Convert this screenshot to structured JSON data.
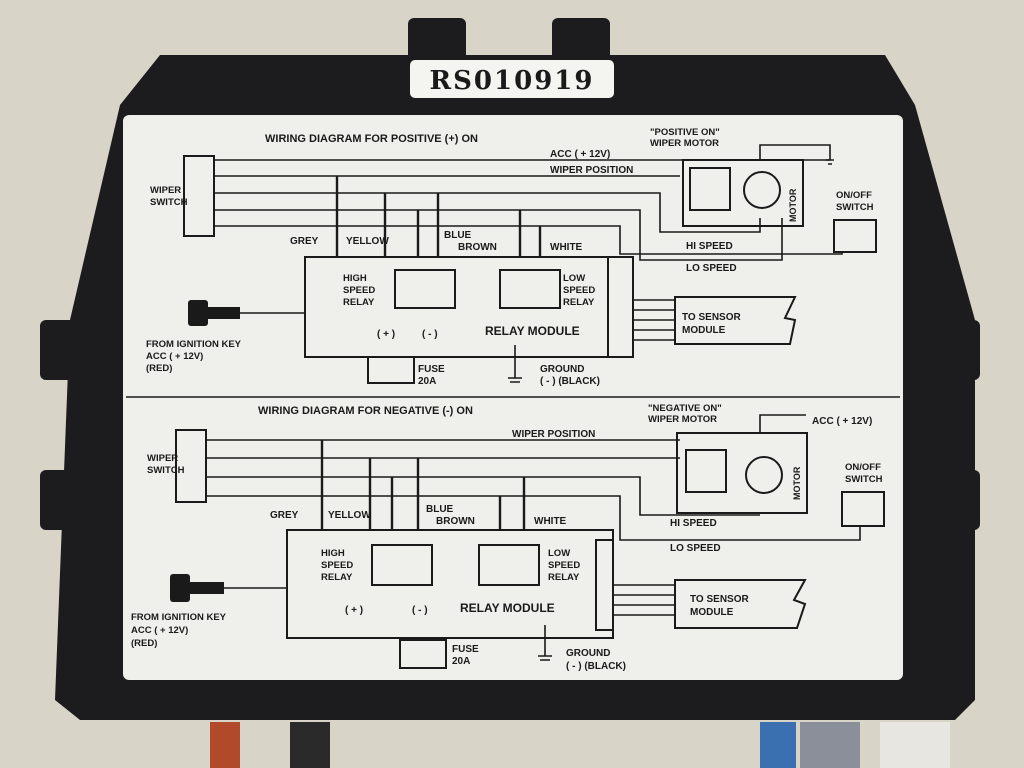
{
  "serial": "RS010919",
  "diagrams": [
    {
      "title": "WIRING DIAGRAM FOR POSITIVE (+) ON",
      "motor_title": "\"POSITIVE ON\"",
      "motor_subtitle": "WIPER MOTOR",
      "motor_label": "MOTOR",
      "acc": "ACC  ( + 12V)",
      "wiper_position": "WIPER POSITION",
      "wiper_switch": [
        "WIPER",
        "SWITCH"
      ],
      "grey": "GREY",
      "yellow": "YELLOW",
      "blue": "BLUE",
      "brown": "BROWN",
      "white": "WHITE",
      "hi_speed": "HI SPEED",
      "lo_speed": "LO SPEED",
      "on_off_switch": [
        "ON/OFF",
        "SWITCH"
      ],
      "high_speed_relay": [
        "HIGH",
        "SPEED",
        "RELAY"
      ],
      "low_speed_relay": [
        "LOW",
        "SPEED",
        "RELAY"
      ],
      "relay_module": "RELAY MODULE",
      "to_sensor_module": [
        "TO  SENSOR",
        "MODULE"
      ],
      "plus": "( + )",
      "minus": "( - )",
      "from_ignition": [
        "FROM  IGNITION  KEY",
        "ACC  ( + 12V)",
        "(RED)"
      ],
      "fuse": [
        "FUSE",
        "20A"
      ],
      "ground": [
        "GROUND",
        "( - ) (BLACK)"
      ]
    },
    {
      "title": "WIRING DIAGRAM FOR NEGATIVE (-) ON",
      "motor_title": "\"NEGATIVE ON\"",
      "motor_subtitle": "WIPER MOTOR",
      "motor_label": "MOTOR",
      "acc": "ACC ( + 12V)",
      "wiper_position": "WIPER  POSITION",
      "wiper_switch": [
        "WIPER",
        "SWITCH"
      ],
      "grey": "GREY",
      "yellow": "YELLOW",
      "blue": "BLUE",
      "brown": "BROWN",
      "white": "WHITE",
      "hi_speed": "HI  SPEED",
      "lo_speed": "LO  SPEED",
      "on_off_switch": [
        "ON/OFF",
        "SWITCH"
      ],
      "high_speed_relay": [
        "HIGH",
        "SPEED",
        "RELAY"
      ],
      "low_speed_relay": [
        "LOW",
        "SPEED",
        "RELAY"
      ],
      "relay_module": "RELAY MODULE",
      "to_sensor_module": [
        "TO  SENSOR",
        "MODULE"
      ],
      "plus": "( + )",
      "minus": "( - )",
      "from_ignition": [
        "FROM  IGNITION  KEY",
        "ACC  ( + 12V)",
        "(RED)"
      ],
      "fuse": [
        "FUSE",
        "20A"
      ],
      "ground": [
        "GROUND",
        "( - ) (BLACK)"
      ]
    }
  ],
  "colors": {
    "backdrop": "#d9d4c8",
    "housing": "#1c1c1e",
    "label": "#efefeb",
    "ink": "#1a1a1a"
  }
}
